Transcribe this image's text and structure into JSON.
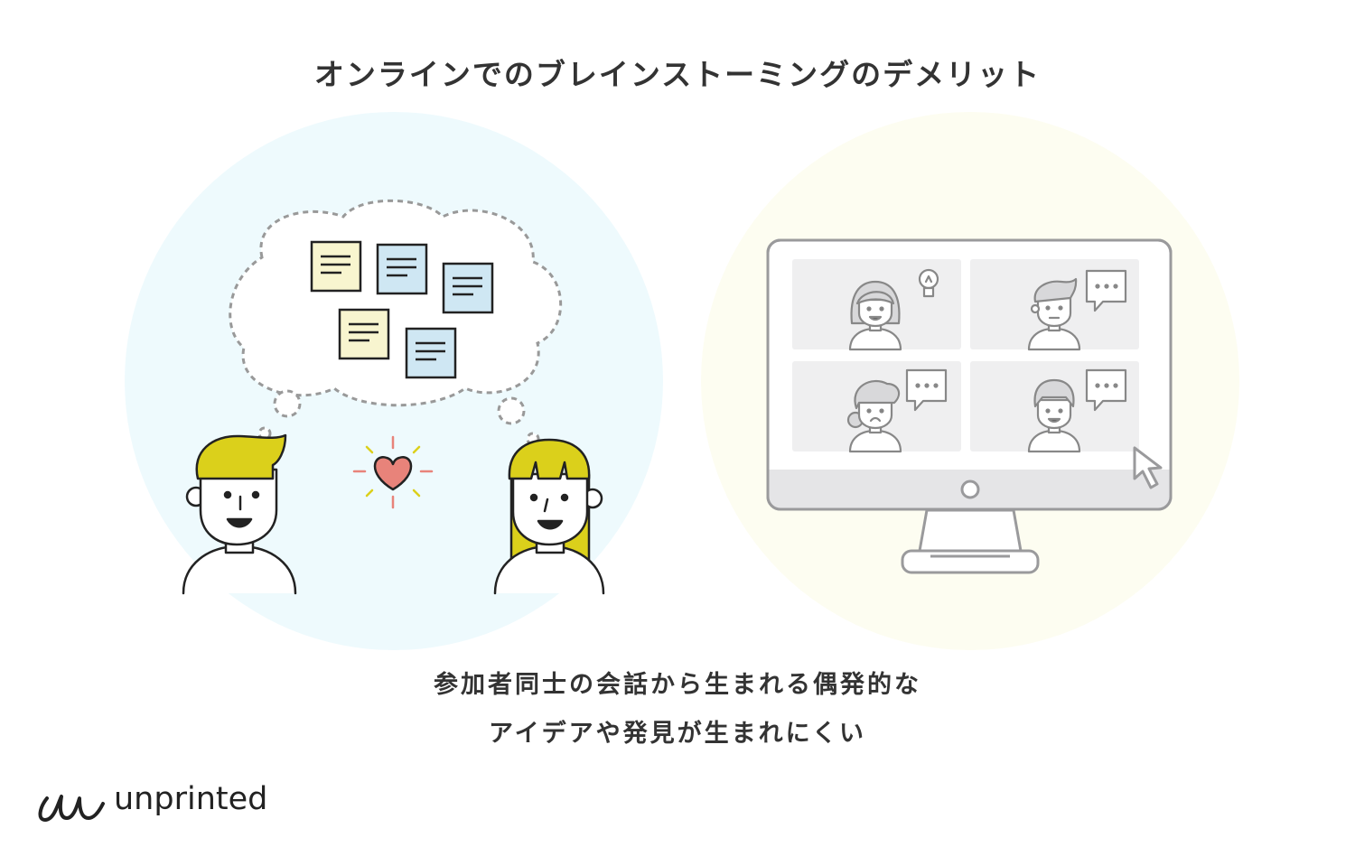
{
  "title": "オンラインでのブレインストーミングのデメリット",
  "caption": {
    "line1": "参加者同士の会話から生まれる偶発的な",
    "line2": "アイデアや発見が生まれにくい"
  },
  "logo": {
    "text": "unprinted",
    "icon": "unprinted-logo-mark"
  },
  "colors": {
    "left_bg": "#eefafd",
    "right_bg": "#fdfdf1",
    "hair_yellow": "#dbd01b",
    "note_yellow": "#f8f5cf",
    "note_blue": "#cfe7f3",
    "heart": "#e8837a",
    "stroke_dark": "#222222",
    "screen_gray": "#9a9a9c",
    "tile_gray": "#efeff0"
  },
  "icons": [
    "thought-cloud-icon",
    "sticky-note-icon",
    "heart-icon",
    "monitor-icon",
    "lightbulb-icon",
    "speech-bubble-icon",
    "cursor-arrow-icon"
  ]
}
